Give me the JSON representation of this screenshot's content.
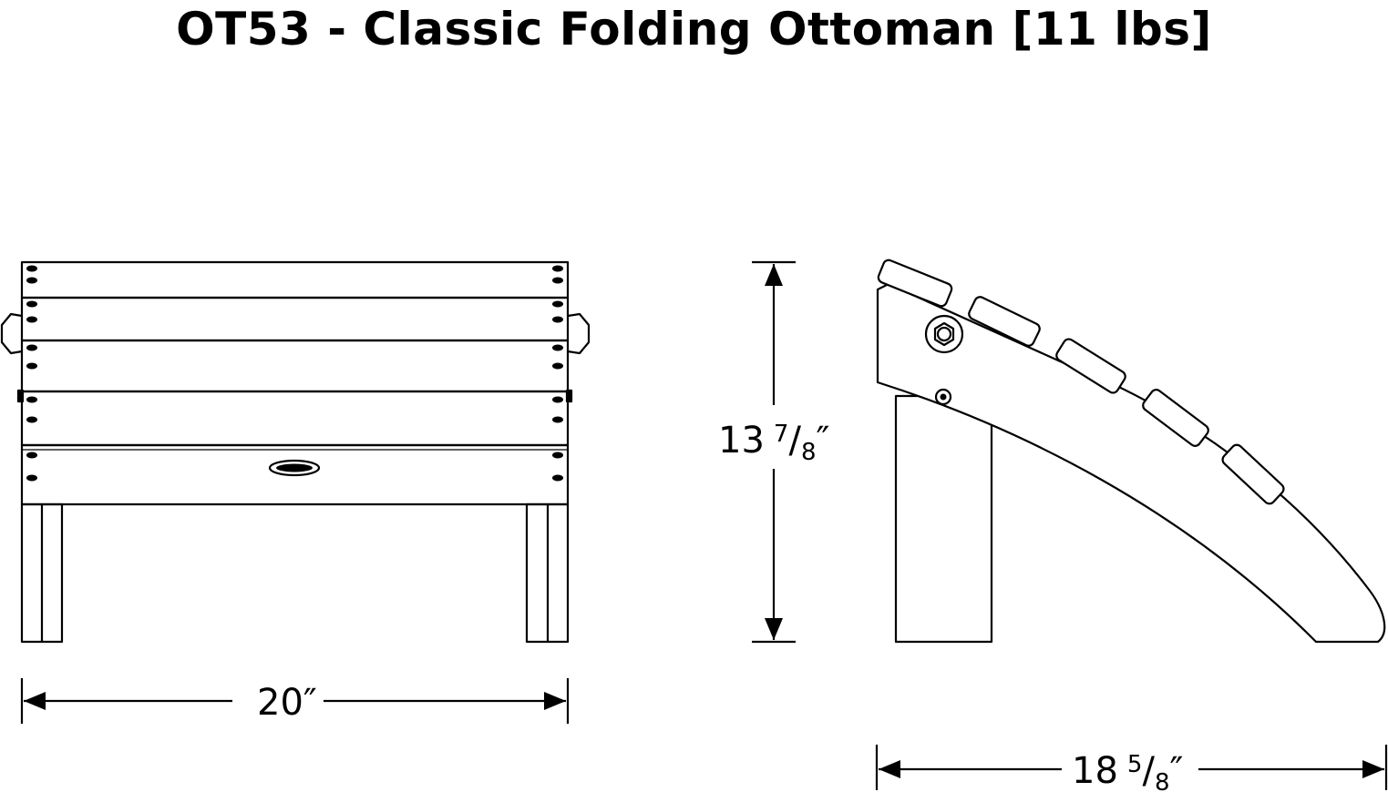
{
  "title": "OT53 - Classic Folding Ottoman [11 lbs]",
  "dimensions": {
    "width": {
      "whole": "20",
      "unit": "″"
    },
    "height": {
      "whole": "13",
      "num": "7",
      "den": "8",
      "unit": "″"
    },
    "depth": {
      "whole": "18",
      "num": "5",
      "den": "8",
      "unit": "″"
    }
  },
  "colors": {
    "line": "#000000",
    "background": "#ffffff"
  }
}
